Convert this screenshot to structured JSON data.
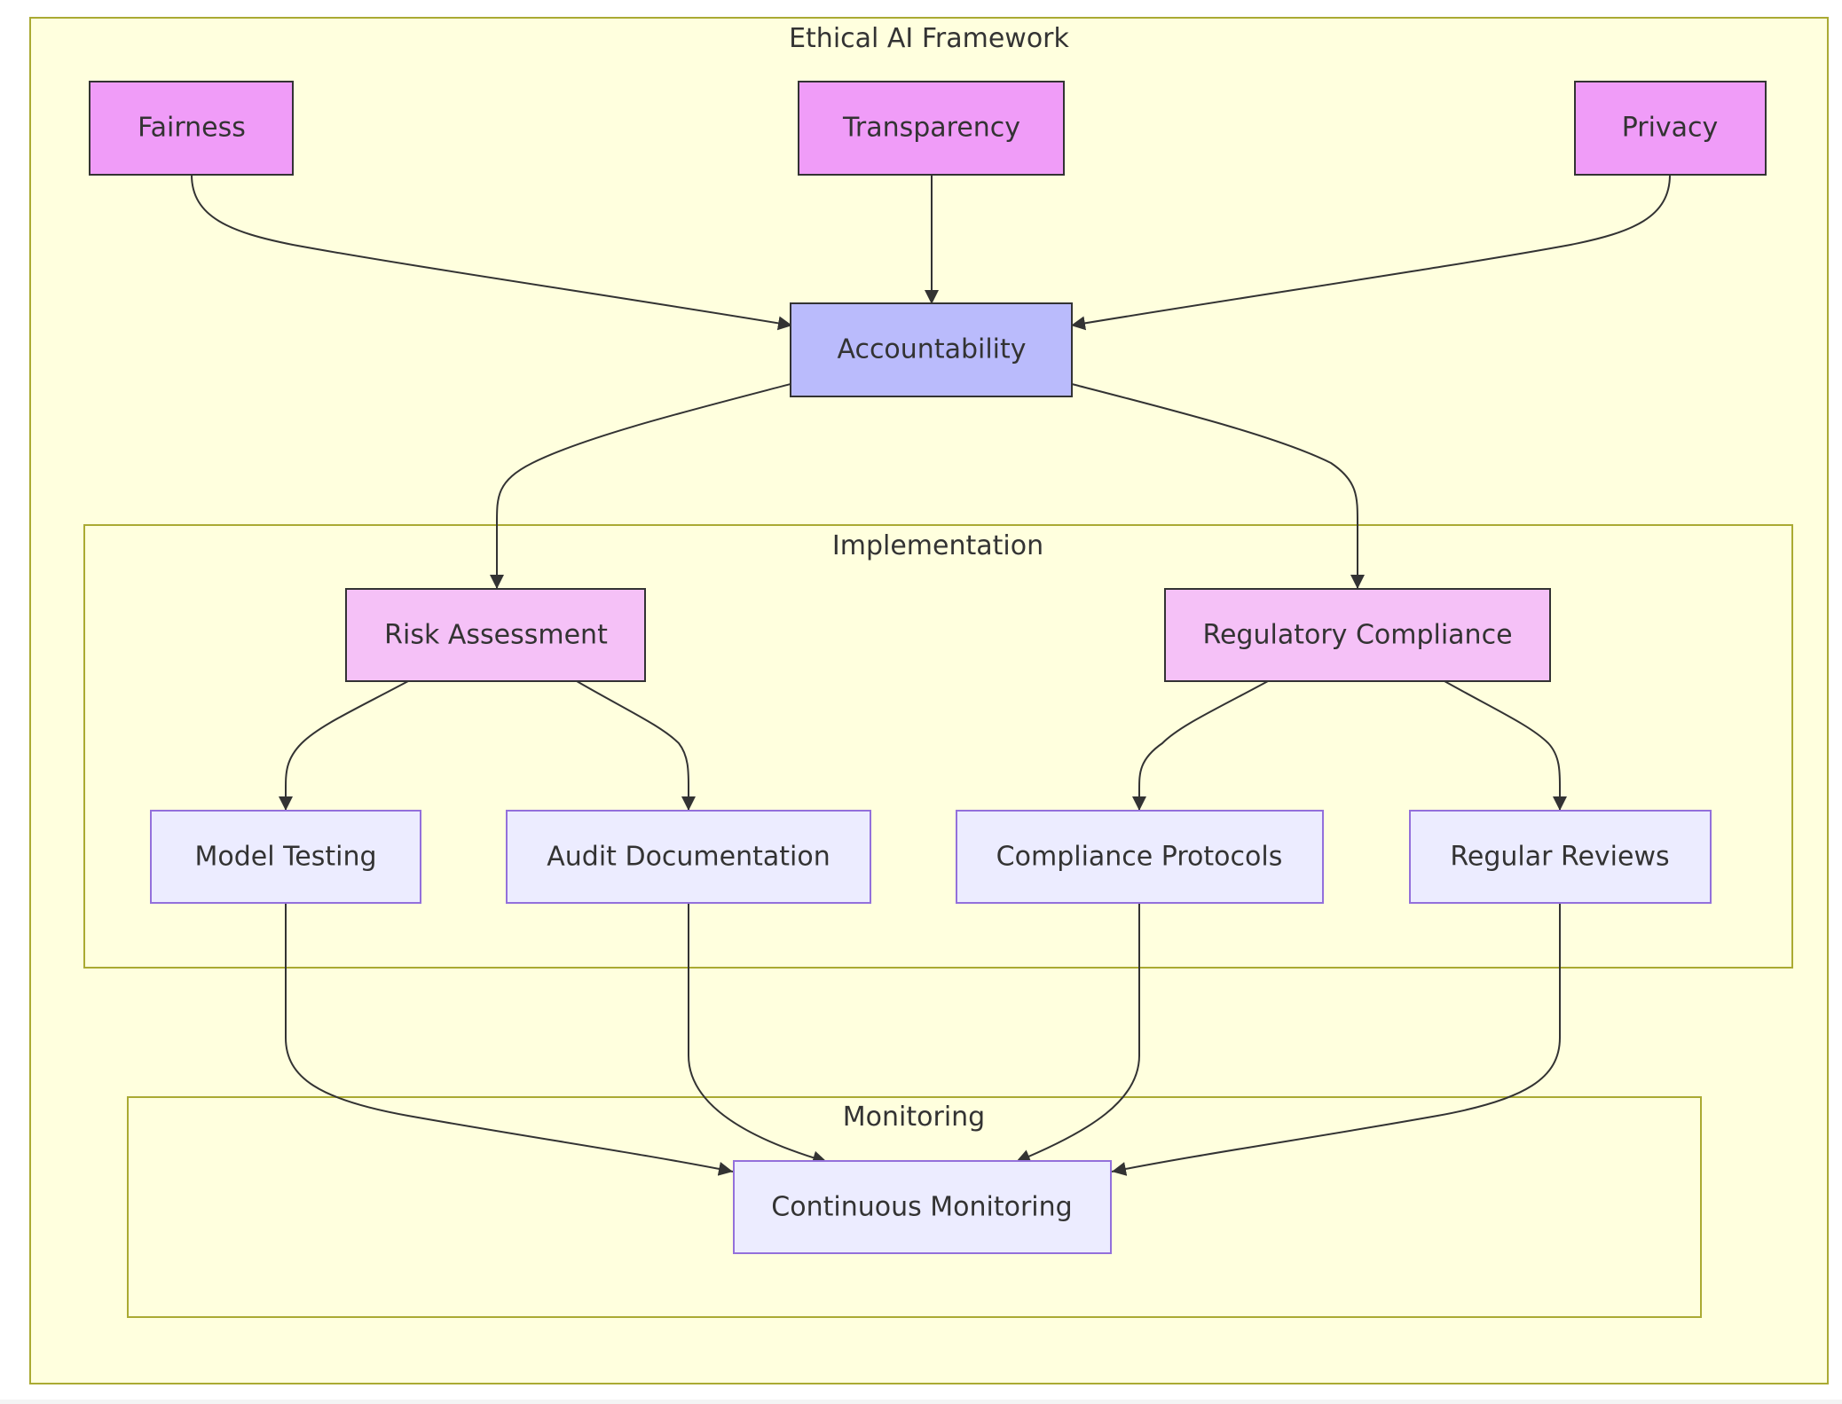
{
  "clusters": {
    "outer": {
      "label": "Ethical AI Framework"
    },
    "implementation": {
      "label": "Implementation"
    },
    "monitoring": {
      "label": "Monitoring"
    }
  },
  "nodes": {
    "fairness": {
      "label": "Fairness"
    },
    "transparency": {
      "label": "Transparency"
    },
    "privacy": {
      "label": "Privacy"
    },
    "accountability": {
      "label": "Accountability"
    },
    "risk_assessment": {
      "label": "Risk Assessment"
    },
    "regulatory_compliance": {
      "label": "Regulatory Compliance"
    },
    "model_testing": {
      "label": "Model Testing"
    },
    "audit_documentation": {
      "label": "Audit Documentation"
    },
    "compliance_protocols": {
      "label": "Compliance Protocols"
    },
    "regular_reviews": {
      "label": "Regular Reviews"
    },
    "continuous_monitoring": {
      "label": "Continuous Monitoring"
    }
  },
  "edges": [
    {
      "from": "fairness",
      "to": "accountability"
    },
    {
      "from": "transparency",
      "to": "accountability"
    },
    {
      "from": "privacy",
      "to": "accountability"
    },
    {
      "from": "accountability",
      "to": "risk_assessment"
    },
    {
      "from": "accountability",
      "to": "regulatory_compliance"
    },
    {
      "from": "risk_assessment",
      "to": "model_testing"
    },
    {
      "from": "risk_assessment",
      "to": "audit_documentation"
    },
    {
      "from": "regulatory_compliance",
      "to": "compliance_protocols"
    },
    {
      "from": "regulatory_compliance",
      "to": "regular_reviews"
    },
    {
      "from": "model_testing",
      "to": "continuous_monitoring"
    },
    {
      "from": "audit_documentation",
      "to": "continuous_monitoring"
    },
    {
      "from": "compliance_protocols",
      "to": "continuous_monitoring"
    },
    {
      "from": "regular_reviews",
      "to": "continuous_monitoring"
    }
  ],
  "colors": {
    "cluster_fill": "#ffffde",
    "cluster_stroke": "#aaaa33",
    "principle_fill": "#f09cf8",
    "accountability_fill": "#babbfc",
    "process_fill": "#f5c1f7",
    "task_fill": "#ececff",
    "task_stroke": "#9370db",
    "dark_stroke": "#333333",
    "edge": "#333333"
  }
}
